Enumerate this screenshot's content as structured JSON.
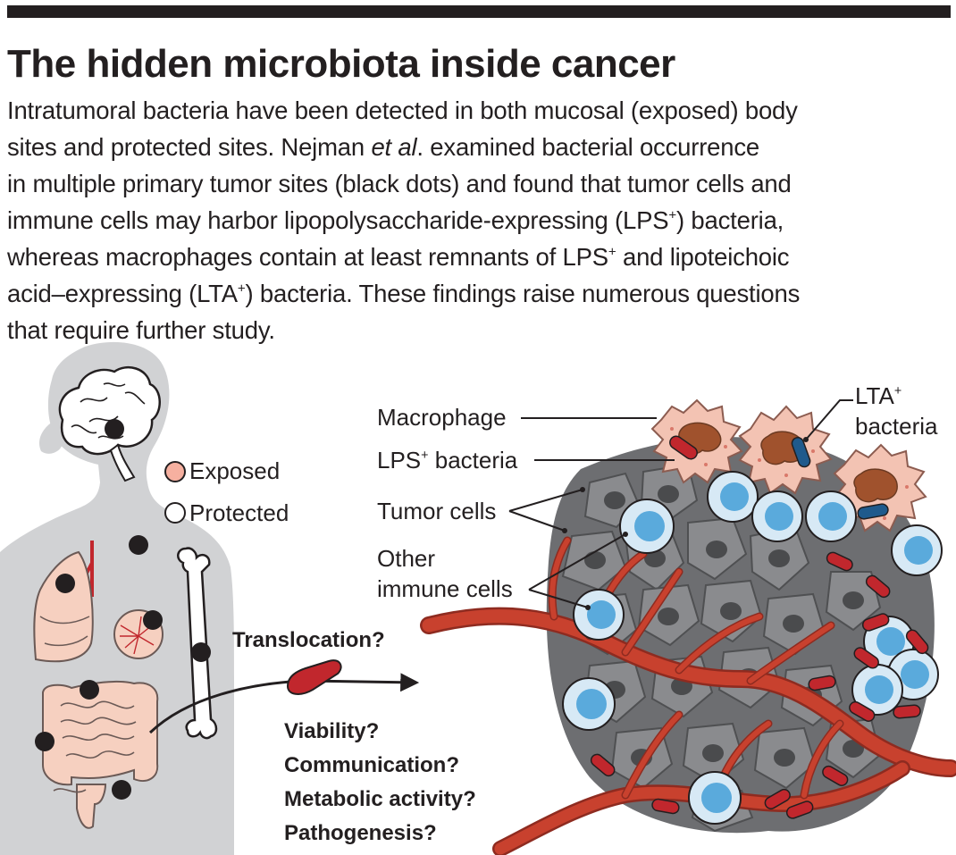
{
  "title": "The hidden microbiota inside cancer",
  "intro": {
    "line1": "Intratumoral bacteria have been detected in both mucosal (exposed) body",
    "line2_a": "sites and protected sites. Nejman ",
    "line2_em": "et al",
    "line2_b": ". examined bacterial occurrence",
    "line3": "in multiple primary tumor sites (black dots) and found that tumor cells and",
    "line4_a": "immune cells may harbor lipopolysaccharide-expressing (LPS",
    "line4_sup": "+",
    "line4_b": ") bacteria,",
    "line5_a": "whereas macrophages contain at least remnants of LPS",
    "line5_sup": "+",
    "line5_b": " and lipoteichoic",
    "line6_a": "acid–expressing (LTA",
    "line6_sup": "+",
    "line6_b": ") bacteria. These findings raise numerous questions",
    "line7": "that require further study."
  },
  "legend": {
    "exposed": "Exposed",
    "protected": "Protected"
  },
  "labels": {
    "macrophage": "Macrophage",
    "lps_bacteria_a": "LPS",
    "lps_bacteria_sup": "+",
    "lps_bacteria_b": " bacteria",
    "tumor_cells": "Tumor cells",
    "other_immune_1": "Other",
    "other_immune_2": "immune cells",
    "lta_a": "LTA",
    "lta_sup": "+",
    "lta_b": "bacteria"
  },
  "questions": {
    "translocation": "Translocation?",
    "viability": "Viability?",
    "communication": "Communication?",
    "metabolic": "Metabolic activity?",
    "pathogenesis": "Pathogenesis?"
  },
  "colors": {
    "body": "#d1d2d4",
    "organ": "#f6d0c0",
    "organ_stroke": "#6b5a56",
    "bacteria": "#c1272d",
    "vessel": "#c8412e",
    "tumor": "#6d6e71",
    "immune_blue": "#5aaadc",
    "macrophage": "#f3c3b3"
  }
}
